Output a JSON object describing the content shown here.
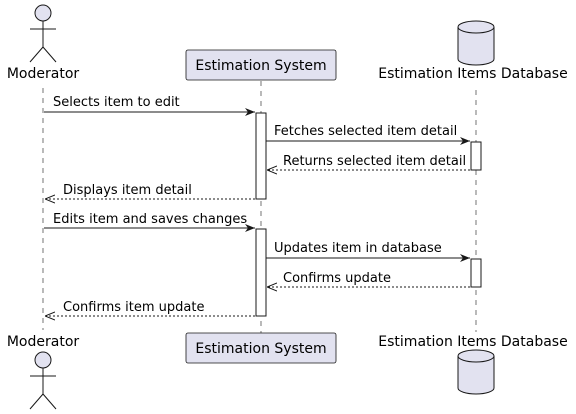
{
  "diagram": {
    "type": "sequence",
    "participants": [
      {
        "id": "moderator",
        "kind": "actor",
        "label": "Moderator"
      },
      {
        "id": "system",
        "kind": "participant",
        "label": "Estimation System"
      },
      {
        "id": "db",
        "kind": "database",
        "label": "Estimation Items Database"
      }
    ],
    "messages": [
      {
        "from": "moderator",
        "to": "system",
        "label": "Selects item to edit",
        "style": "solid"
      },
      {
        "from": "system",
        "to": "db",
        "label": "Fetches selected item detail",
        "style": "solid"
      },
      {
        "from": "db",
        "to": "system",
        "label": "Returns selected item detail",
        "style": "dashed"
      },
      {
        "from": "system",
        "to": "moderator",
        "label": "Displays item detail",
        "style": "dashed"
      },
      {
        "from": "moderator",
        "to": "system",
        "label": "Edits item and saves changes",
        "style": "solid"
      },
      {
        "from": "system",
        "to": "db",
        "label": "Updates item in database",
        "style": "solid"
      },
      {
        "from": "db",
        "to": "system",
        "label": "Confirms update",
        "style": "dashed"
      },
      {
        "from": "system",
        "to": "moderator",
        "label": "Confirms item update",
        "style": "dashed"
      }
    ],
    "colors": {
      "participant_fill": "#E2E2F0",
      "participant_stroke": "#181818",
      "activation_fill": "#FFFFFF",
      "line": "#181818"
    }
  }
}
